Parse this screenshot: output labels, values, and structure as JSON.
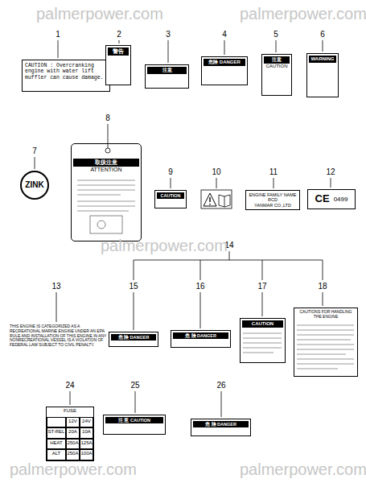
{
  "diagram": {
    "nodes": [
      {
        "text": [
          "CAUTION : Overcranking engine with water lift muffler can cause damage."
        ]
      },
      {
        "text": [
          "警告"
        ]
      },
      {
        "text": [
          "注意"
        ]
      },
      {
        "text": [
          "危険 DANGER"
        ]
      },
      {
        "text": [
          "注意",
          "CAUTION"
        ]
      },
      {
        "text": [
          "WARNING"
        ]
      },
      {
        "text": [
          "ZINK"
        ]
      },
      {
        "text": [
          "取扱注意",
          "ATTENTION"
        ]
      },
      {
        "text": [
          "CAUTION"
        ]
      },
      {
        "text": [
          "ENGINE FAMILY NAME",
          "RCD",
          "YANMAR CO.,LTD"
        ]
      },
      {
        "text": [
          "CE",
          "0499"
        ]
      },
      {
        "text": [
          "危 険 DANGER"
        ]
      },
      {
        "text": [
          "危 険 DANGER"
        ]
      },
      {
        "text": [
          "CAUTION"
        ]
      },
      {
        "text": [
          "CAUTIONS FOR HANDLING THE ENGINE"
        ]
      },
      {
        "text": [
          "FUSE",
          "12V",
          "24V",
          "ST-REL",
          "20A",
          "10A",
          "HEAT",
          "250A",
          "125A",
          "ALT",
          "250A",
          "100A"
        ]
      },
      {
        "text": [
          "注 意 CAUTION"
        ]
      },
      {
        "text": [
          "危 険 DANGER"
        ]
      }
    ],
    "labels": [
      "1",
      "2",
      "3",
      "4",
      "5",
      "6",
      "7",
      "8",
      "9",
      "10",
      "11",
      "12",
      "13",
      "14",
      "15",
      "16",
      "17",
      "18",
      "24",
      "25",
      "26",
      "THIS ENGINE IS CATEGORIZED AS A RECREATIONAL MARINE ENGINE UNDER AN EPA RULE AND INSTALLATION OF THIS ENGINE IN ANY NONRECREATIONAL VESSEL IS A VIOLATION OF FEDERAL LAW SUBJECT TO CIVIL PENALTY.",
      "palmerpower.com",
      "palmerpower.com",
      "palmerpower.com",
      "palmerpower.com",
      "palmerpower.com"
    ]
  }
}
